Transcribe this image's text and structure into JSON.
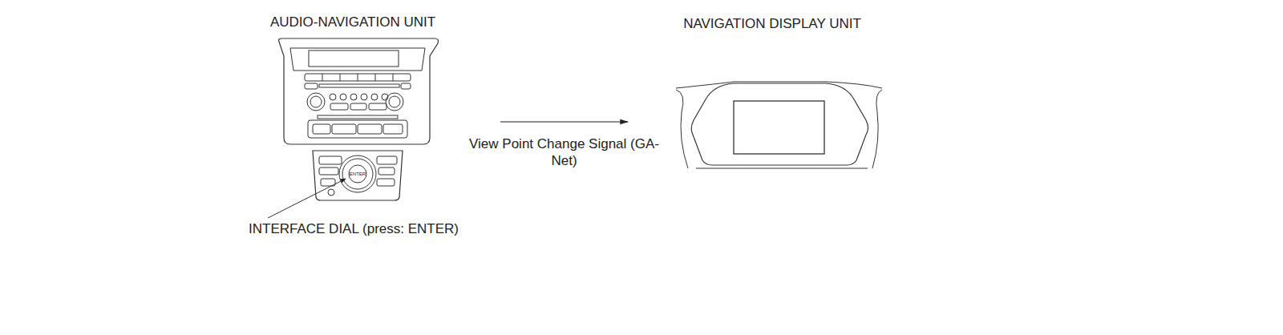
{
  "diagram": {
    "nodes": [
      {
        "text": [
          "AUDIO-NAVIGATION UNIT"
        ]
      },
      {
        "text": [
          "NAVIGATION DISPLAY UNIT"
        ]
      }
    ],
    "edges": [
      {
        "from": 0,
        "to": 1,
        "arrow": "to",
        "label": "View Point Change Signal (GA-Net)"
      }
    ],
    "labels": [
      "INTERFACE DIAL (press: ENTER)",
      "ENTER"
    ]
  }
}
